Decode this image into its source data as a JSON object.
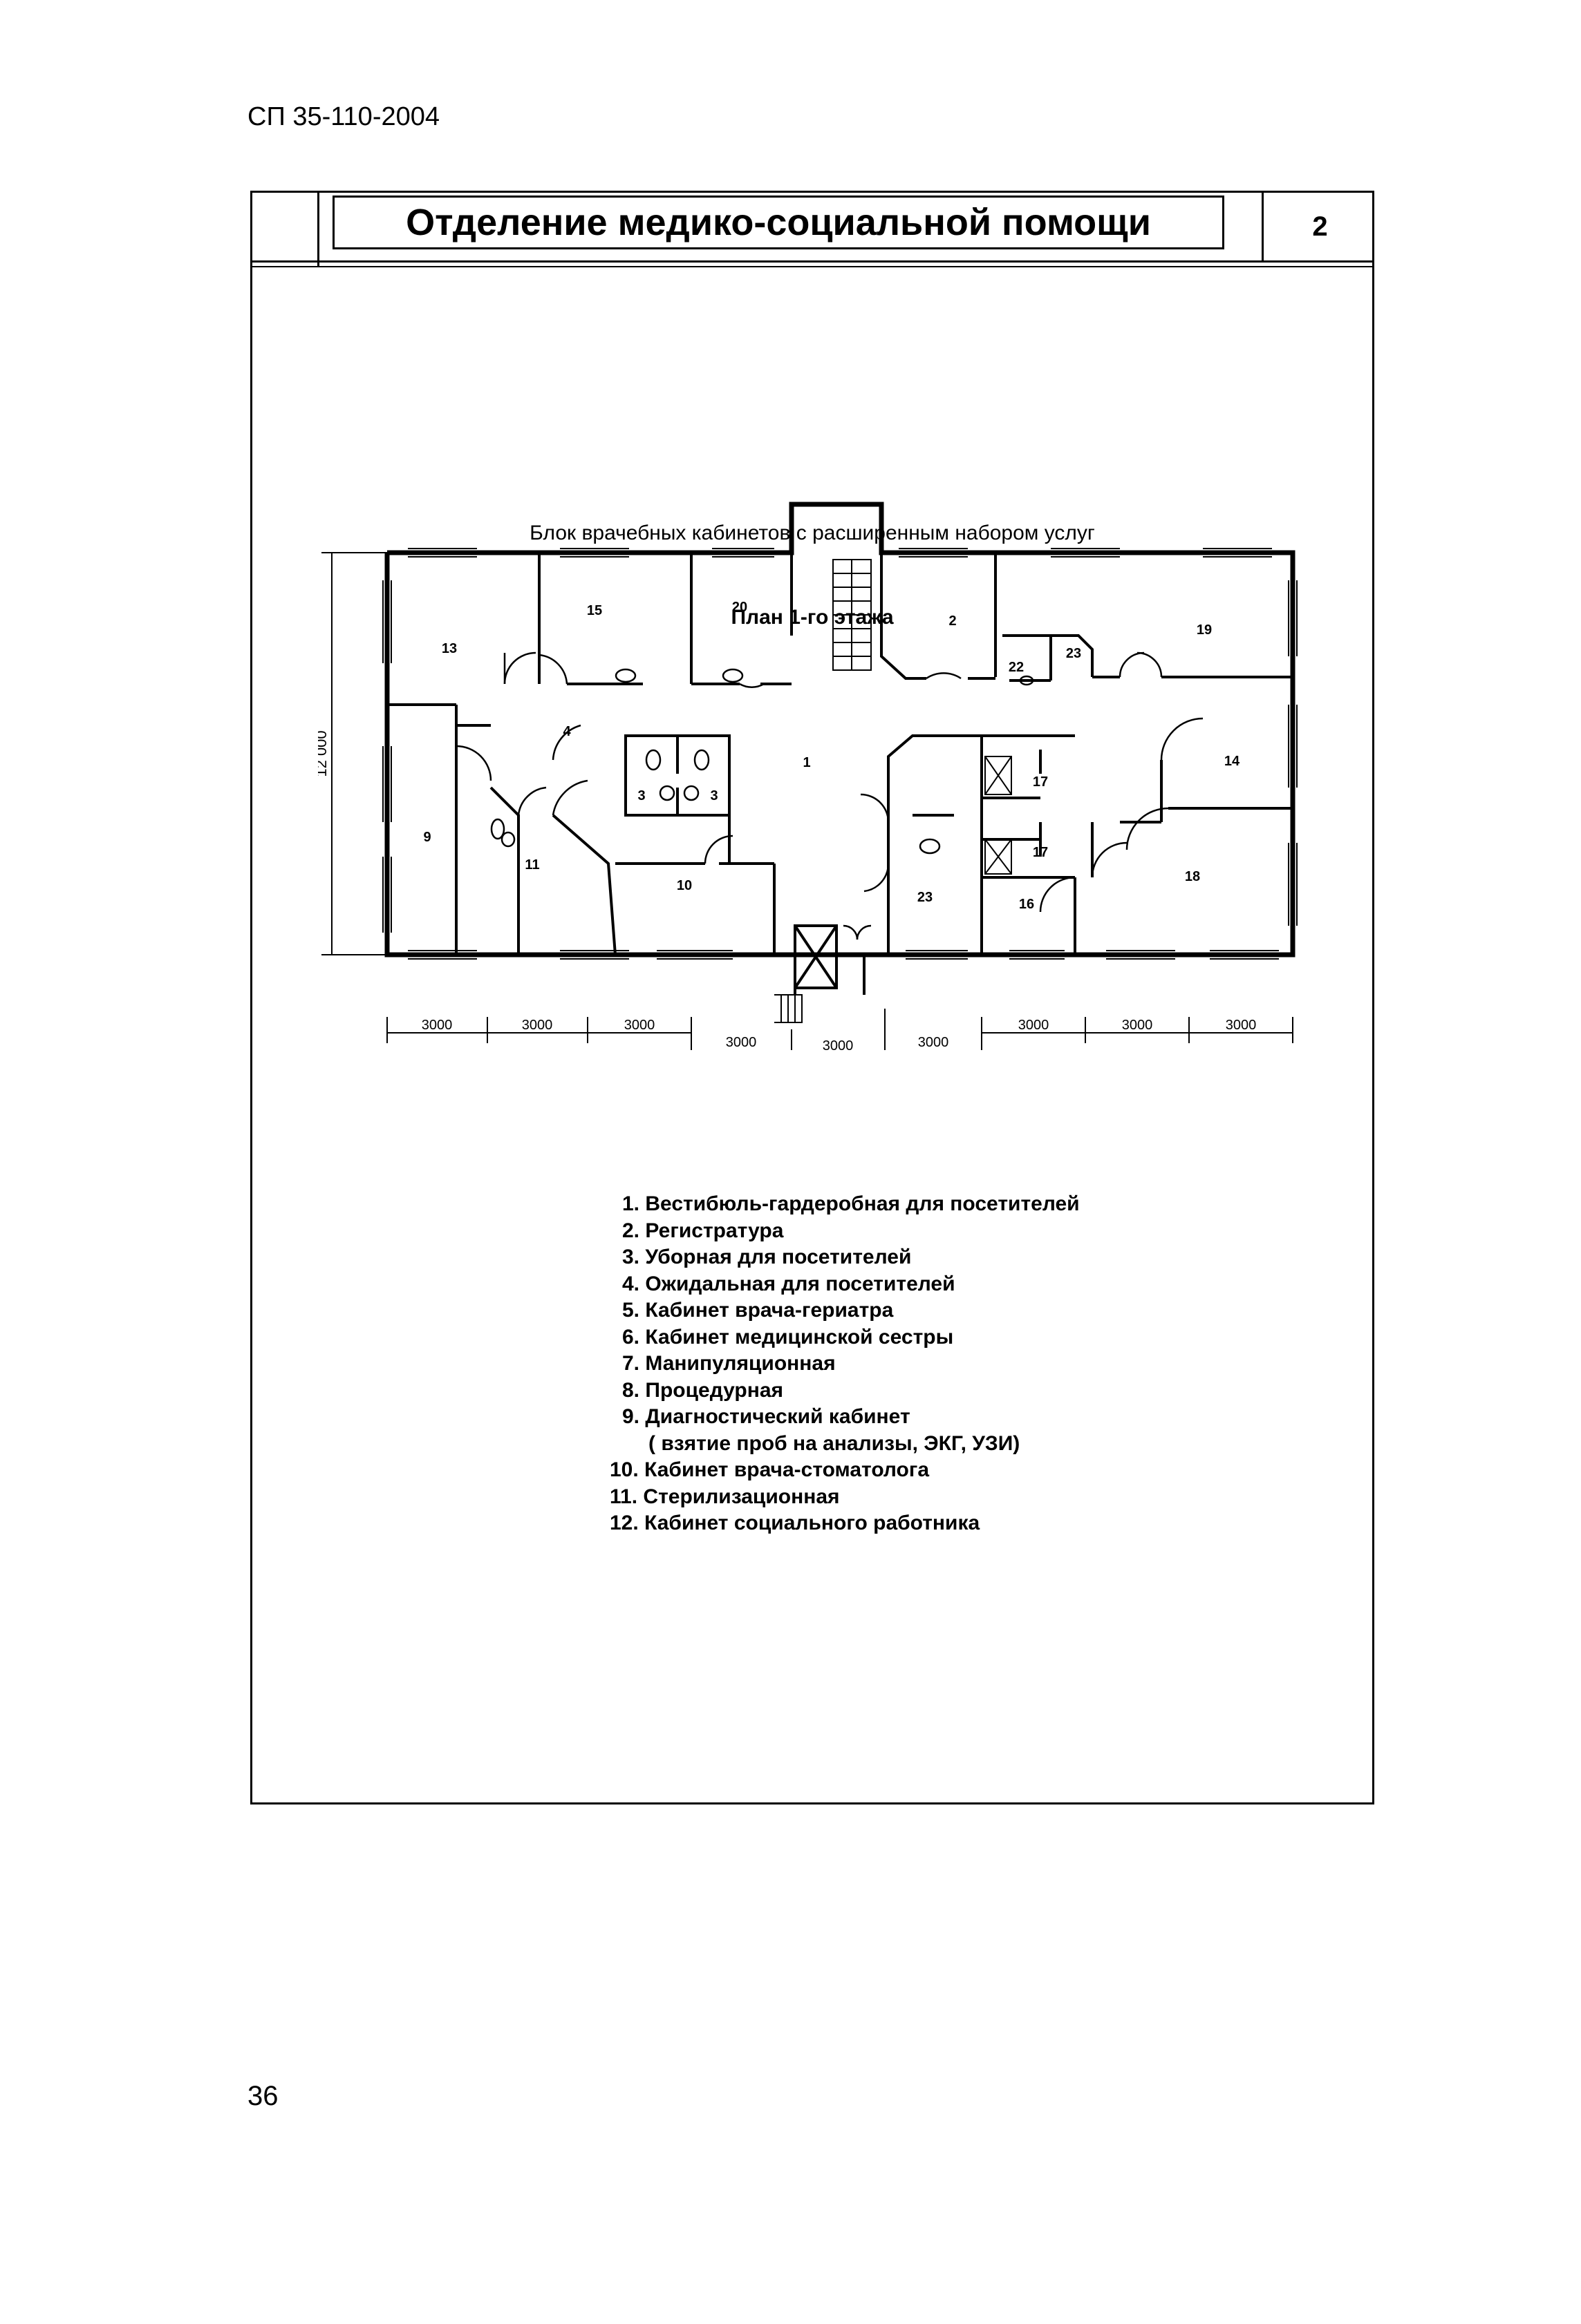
{
  "header": {
    "doc_code": "СП 35-110-2004"
  },
  "title_block": {
    "title": "Отделение медико-социальной помощи",
    "sheet_number": "2"
  },
  "subtitle": "Блок врачебных кабинетов с расширенным набором услуг",
  "plan": {
    "title": "План 1-го этажа",
    "overall_dimension": "12 000",
    "room_labels": [
      "13",
      "15",
      "20",
      "2",
      "19",
      "22",
      "23",
      "4",
      "1",
      "3",
      "3",
      "17",
      "14",
      "9",
      "11",
      "10",
      "23",
      "17",
      "16",
      "18"
    ],
    "dims_top_row": [
      "3000",
      "3000",
      "3000",
      "3000",
      "3000",
      "3000"
    ],
    "dims_bottom_row": [
      "3000",
      "3000",
      "3000"
    ]
  },
  "legend": [
    {
      "num": "1.",
      "text": "Вестибюль-гардеробная для посетителей"
    },
    {
      "num": "2.",
      "text": "Регистратура"
    },
    {
      "num": "3.",
      "text": "Уборная для посетителей"
    },
    {
      "num": "4.",
      "text": "Ожидальная для посетителей"
    },
    {
      "num": "5.",
      "text": "Кабинет врача-гериатра"
    },
    {
      "num": "6.",
      "text": "Кабинет медицинской сестры"
    },
    {
      "num": "7.",
      "text": "Манипуляционная"
    },
    {
      "num": "8.",
      "text": "Процедурная"
    },
    {
      "num": "9.",
      "text": "Диагностический кабинет"
    },
    {
      "num": "",
      "text": "( взятие проб на анализы, ЭКГ, УЗИ)"
    },
    {
      "num": "10.",
      "text": "Кабинет врача-стоматолога"
    },
    {
      "num": "11.",
      "text": "Стерилизационная"
    },
    {
      "num": "12.",
      "text": "Кабинет социального работника"
    }
  ],
  "footer": {
    "page_number": "36"
  }
}
